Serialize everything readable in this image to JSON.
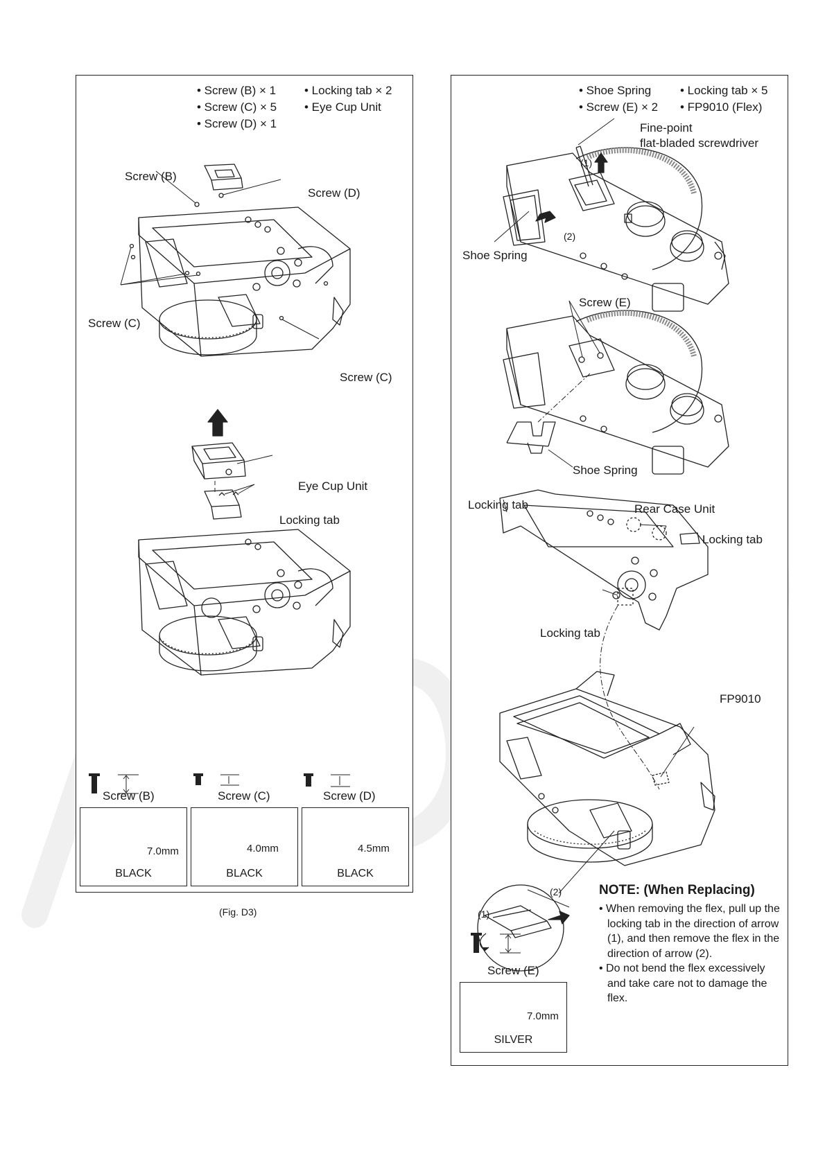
{
  "left": {
    "summary": [
      "• Screw (B) × 1",
      "• Screw (C) × 5",
      "• Screw (D) × 1",
      "• Locking tab × 2",
      "• Eye Cup Unit"
    ],
    "callouts": {
      "screw_b": "Screw (B)",
      "screw_d": "Screw (D)",
      "screw_c_left": "Screw (C)",
      "screw_c_right": "Screw (C)",
      "eye_cup_unit": "Eye Cup Unit",
      "locking_tab": "Locking tab"
    },
    "screws": [
      {
        "label": "Screw (B)",
        "length": "7.0mm",
        "color": "BLACK"
      },
      {
        "label": "Screw (C)",
        "length": "4.0mm",
        "color": "BLACK"
      },
      {
        "label": "Screw (D)",
        "length": "4.5mm",
        "color": "BLACK"
      }
    ],
    "fig_caption": "(Fig. D3)"
  },
  "right": {
    "summary": [
      "• Shoe Spring",
      "• Screw (E) × 2",
      "• Locking tab × 5",
      "• FP9010 (Flex)"
    ],
    "callouts": {
      "screwdriver": [
        "Fine-point",
        "flat-bladed screwdriver"
      ],
      "step1": "(1)",
      "step2": "(2)",
      "shoe_spring_1": "Shoe Spring",
      "screw_e": "Screw (E)",
      "shoe_spring_2": "Shoe Spring",
      "locking_tab_tl": "Locking tab",
      "rear_case_unit": "Rear Case Unit",
      "locking_tab_tr": "Locking tab",
      "locking_tab_mid": "Locking tab",
      "fp9010": "FP9010",
      "inset_1": "(1)",
      "inset_2": "(2)"
    },
    "note": {
      "title": "NOTE: (When Replacing)",
      "items": [
        "• When removing the flex, pull up the locking tab in the direction of arrow (1), and then remove the flex in the direction of arrow (2).",
        "• Do not bend the flex excessively and take care not to damage the flex."
      ]
    },
    "screw": {
      "label": "Screw (E)",
      "length": "7.0mm",
      "color": "SILVER"
    }
  }
}
